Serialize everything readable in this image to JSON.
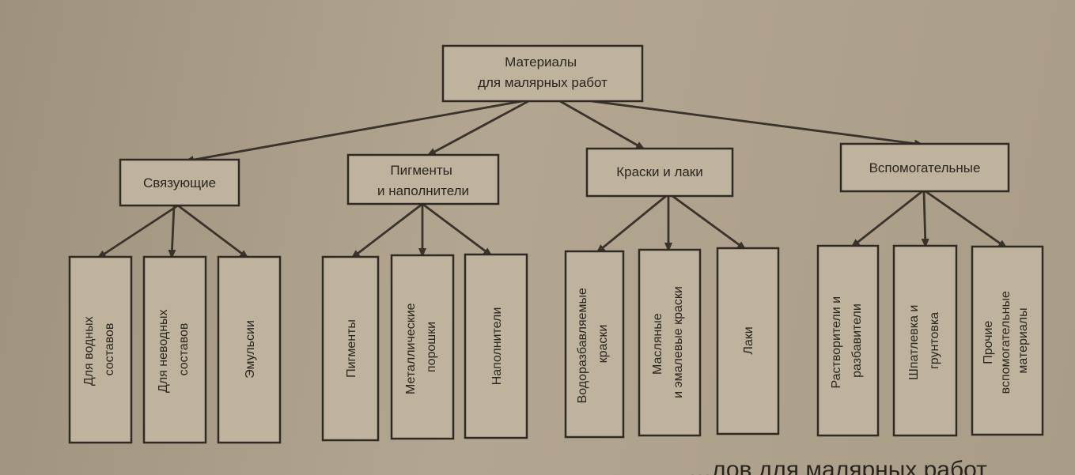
{
  "root": {
    "lines": [
      "Материалы",
      "для малярных работ"
    ]
  },
  "categories": [
    {
      "lines": [
        "Связующие"
      ],
      "children": [
        [
          "Для водных",
          "составов"
        ],
        [
          "Для неводных",
          "составов"
        ],
        [
          "Эмульсии"
        ]
      ]
    },
    {
      "lines": [
        "Пигменты",
        "и наполнители"
      ],
      "children": [
        [
          "Пигменты"
        ],
        [
          "Металлические",
          "порошки"
        ],
        [
          "Наполнители"
        ]
      ]
    },
    {
      "lines": [
        "Краски и лаки"
      ],
      "children": [
        [
          "Водоразбавляемые",
          "краски"
        ],
        [
          "Масляные",
          "и эмалевые краски"
        ],
        [
          "Лаки"
        ]
      ]
    },
    {
      "lines": [
        "Вспомогательные"
      ],
      "children": [
        [
          "Растворители и",
          "разбавители"
        ],
        [
          "Шпатлевка и",
          "грунтовка"
        ],
        [
          "Прочие",
          "вспомогательные",
          "материалы"
        ]
      ]
    }
  ],
  "footer_fragment": "…лов для малярных работ"
}
